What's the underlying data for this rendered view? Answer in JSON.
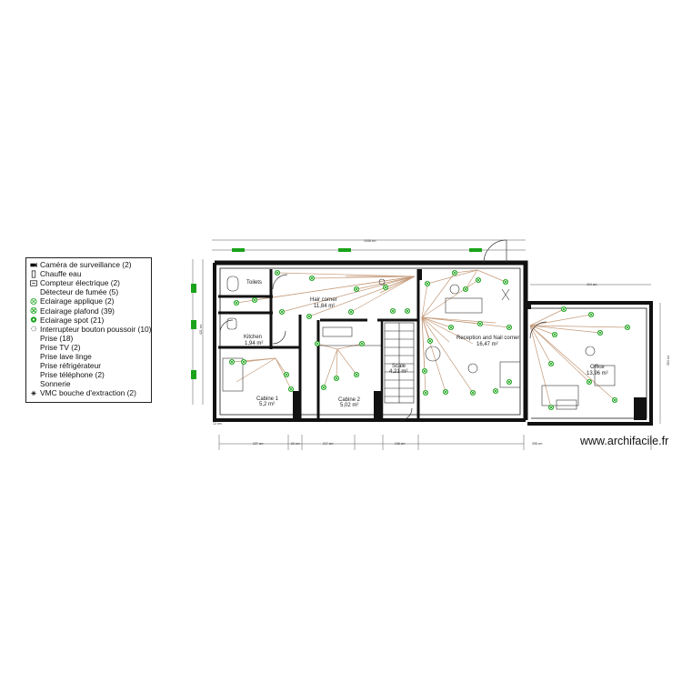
{
  "legend": {
    "items": [
      {
        "label": "Caméra de surveillance (2)",
        "icon": "camera-icon"
      },
      {
        "label": "Chauffe eau",
        "icon": "water-heater-icon"
      },
      {
        "label": "Compteur électrique (2)",
        "icon": "electric-meter-icon"
      },
      {
        "label": "Détecteur de fumée (5)",
        "icon": "smoke-detector-icon"
      },
      {
        "label": "Eclairage applique (2)",
        "icon": "wall-light-icon"
      },
      {
        "label": "Eclairage plafond (39)",
        "icon": "ceiling-light-icon"
      },
      {
        "label": "Eclairage spot (21)",
        "icon": "spot-light-icon"
      },
      {
        "label": "Interrupteur bouton poussoir (10)",
        "icon": "push-switch-icon"
      },
      {
        "label": "Prise (18)",
        "icon": "socket-icon"
      },
      {
        "label": "Prise TV (2)",
        "icon": "tv-socket-icon"
      },
      {
        "label": "Prise lave linge",
        "icon": "washing-machine-socket-icon"
      },
      {
        "label": "Prise réfrigérateur",
        "icon": "fridge-socket-icon"
      },
      {
        "label": "Prise téléphone (2)",
        "icon": "phone-socket-icon"
      },
      {
        "label": "Sonnerie",
        "icon": "doorbell-icon"
      },
      {
        "label": "VMC bouche d'extraction (2)",
        "icon": "vmc-extraction-icon"
      }
    ]
  },
  "rooms": {
    "toilets": {
      "name": "Toilets",
      "area": ""
    },
    "hair_corner": {
      "name": "Hair corner",
      "area": "11,84 m²"
    },
    "kitchen": {
      "name": "Kitchen",
      "area": "1,94 m²"
    },
    "cabine1": {
      "name": "Cabine 1",
      "area": "5,2 m²"
    },
    "cabine2": {
      "name": "Cabine 2",
      "area": "5,02 m²"
    },
    "scale": {
      "name": "Scale",
      "area": "4,21 m²"
    },
    "reception": {
      "name": "Reception and Nail corner",
      "area": "16,47 m²"
    },
    "office": {
      "name": "Office",
      "area": "13,96 m²"
    }
  },
  "dimensions": {
    "top_total": "1048 cm",
    "office_top": "404 cm",
    "bottom_1": "237 cm",
    "bottom_2": "60 cm",
    "bottom_3": "217 cm",
    "bottom_4": "106 cm",
    "bottom_5": "398 cm",
    "left_side": "421 cm",
    "right_side": "354 cm",
    "left_bottom": "12 cm"
  },
  "watermark": "www.archifacile.fr",
  "colors": {
    "wall": "#111111",
    "wire": "#c49a7a",
    "fixture": "#1aa31a",
    "dimension": "#555555"
  }
}
